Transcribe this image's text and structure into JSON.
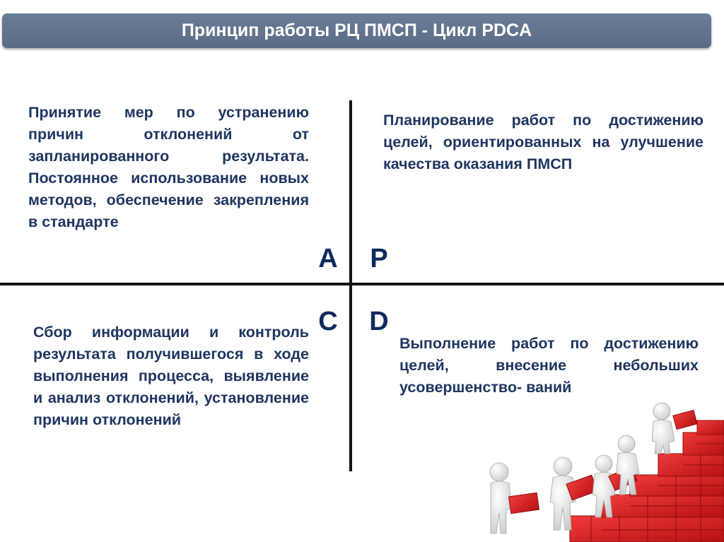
{
  "title": "Принцип работы РЦ ПМСП - Цикл PDCA",
  "letters": {
    "a": "A",
    "p": "P",
    "c": "C",
    "d": "D"
  },
  "quadrants": {
    "act": "Принятие мер по устранению причин отклонений от запланированного результата. Постоянное использование новых методов, обеспечение закрепления в стандарте",
    "plan": "Планирование работ по достижению целей, ориентированных на улучшение качества оказания ПМСП",
    "check": "Сбор информации и контроль результата получившегося в ходе выполнения процесса, выявление и анализ отклонений, установление причин отклонений",
    "do": "Выполнение работ по достижению целей, внесение небольших усовершенство- ваний"
  },
  "colors": {
    "title_bar": "#5f708b",
    "text": "#1f3660",
    "letters": "#0f2a5c",
    "blocks": "#d81e1e"
  }
}
